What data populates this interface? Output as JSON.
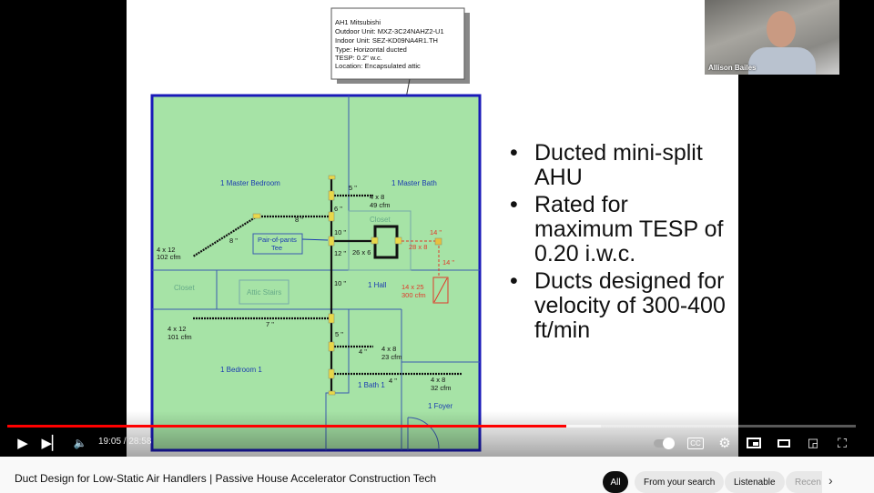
{
  "video": {
    "slide": {
      "info_box": [
        "AH1  Mitsubishi",
        "Outdoor Unit:  MXZ-3C24NAHZ2-U1",
        "Indoor Unit:    SEZ-KD09NA4R1.TH",
        "Type:  Horizontal  ducted",
        "TESP:  0.2\" w.c.",
        "Location:  Encapsulated attic"
      ],
      "rooms": {
        "master_bedroom": "1 Master Bedroom",
        "master_bath": "1 Master Bath",
        "closet_mb": "Closet",
        "closet_left": "Closet",
        "attic_stairs": "Attic Stairs",
        "hall": "1 Hall",
        "bedroom1": "1 Bedroom 1",
        "bath1": "1 Bath 1",
        "foyer": "1 Foyer"
      },
      "pair_of_pants": [
        "Pair-of-pants",
        "Tee"
      ],
      "duct_labels": {
        "d5a": "5 \"",
        "d6": "6 \"",
        "d8a": "8 \"",
        "d8b": "8 \"",
        "d10a": "10 \"",
        "d12": "12 \"",
        "d10b": "10 \"",
        "d7": "7 \"",
        "d5b": "5 \"",
        "d4a": "4 \"",
        "d4b": "4 \"",
        "d14a": "14 \"",
        "d14b": "14 \"",
        "plenum": "26 x 6",
        "return_duct": "28 x 8"
      },
      "registers": {
        "mb_bath": [
          "4 x 8",
          "49 cfm"
        ],
        "mb_bed": [
          "4 x 12",
          "102 cfm"
        ],
        "bed1": [
          "4 x 12",
          "101 cfm"
        ],
        "bath1a": [
          "4 x 8",
          "23 cfm"
        ],
        "bath1b": [
          "4 x 8",
          "32 cfm"
        ],
        "return": [
          "14 x 25",
          "300 cfm"
        ]
      },
      "bullets": [
        "Ducted mini-split AHU",
        "Rated for maximum TESP of 0.20 i.w.c.",
        "Ducts designed for velocity of 300-400 ft/min"
      ]
    },
    "webcam_name": "Allison Bailes",
    "time": "19:05 / 28:58",
    "progress": 0.659,
    "colors": {
      "floor": "#a6e3a6",
      "wall": "#1a1ab8",
      "return": "#e03a2a",
      "progress": "#ff0000"
    }
  },
  "page": {
    "video_title": "Duct Design for Low-Static Air Handlers | Passive House Accelerator Construction Tech",
    "chips": [
      "All",
      "From your search",
      "Listenable",
      "Recen"
    ]
  }
}
